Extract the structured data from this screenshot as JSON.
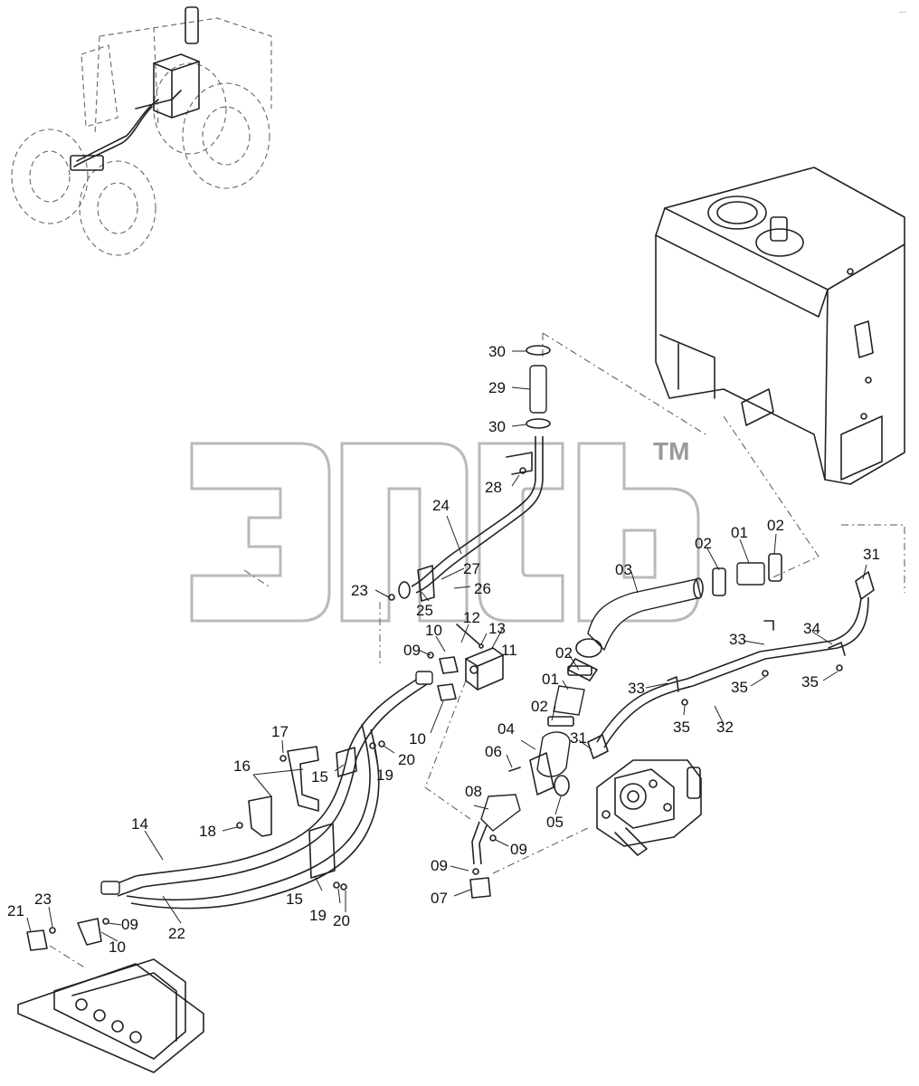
{
  "diagram": {
    "watermark_mark": "TM",
    "corner_note": "...",
    "callouts": [
      "30",
      "29",
      "30",
      "28",
      "24",
      "27",
      "26",
      "23",
      "25",
      "10",
      "09",
      "12",
      "13",
      "11",
      "02",
      "01",
      "02",
      "03",
      "31",
      "33",
      "34",
      "35",
      "35",
      "33",
      "35",
      "32",
      "02",
      "01",
      "02",
      "04",
      "06",
      "31",
      "05",
      "08",
      "09",
      "09",
      "07",
      "10",
      "17",
      "16",
      "15",
      "19",
      "20",
      "18",
      "14",
      "15",
      "19",
      "20",
      "21",
      "23",
      "09",
      "10",
      "22"
    ],
    "assemblies": [
      "tractor-overview-icon",
      "hydraulic-tank",
      "suction-pipe",
      "return-pipe",
      "pressure-hose",
      "hydraulic-pump",
      "control-valve-block"
    ]
  }
}
